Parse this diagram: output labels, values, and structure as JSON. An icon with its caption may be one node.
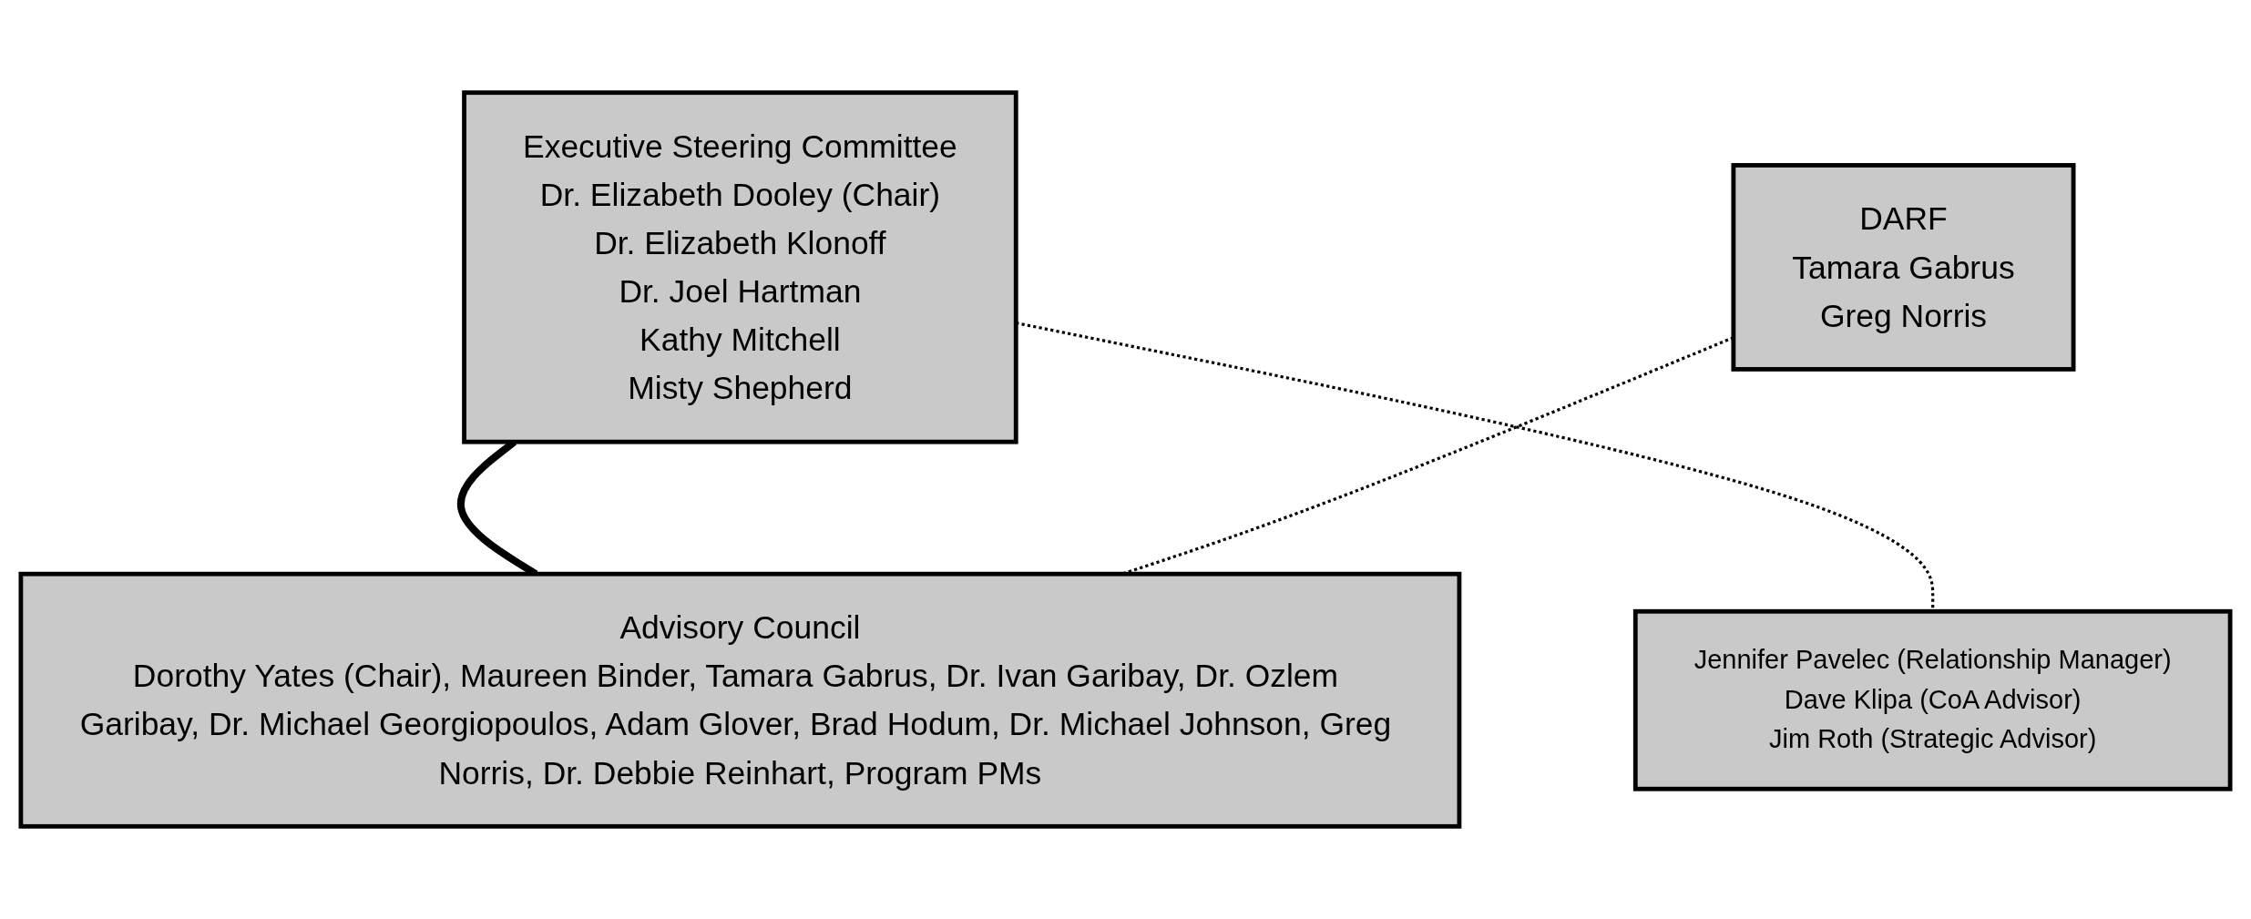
{
  "diagram": {
    "nodes": [
      {
        "text": [
          "Executive Steering Committee",
          "Dr. Elizabeth Dooley (Chair)",
          "Dr. Elizabeth Klonoff",
          "Dr. Joel Hartman",
          "Kathy Mitchell",
          "Misty Shepherd"
        ]
      },
      {
        "text": [
          "Jennifer Pavelec (Relationship Manager)",
          "Dave Klipa (CoA Advisor)",
          "Jim Roth (Strategic Advisor)"
        ]
      },
      {
        "text": [
          "DARF",
          "Tamara Gabrus",
          "Greg Norris"
        ]
      },
      {
        "text": [
          "Advisory Council",
          "Dorothy Yates (Chair), Maureen Binder, Tamara Gabrus, Dr. Ivan Garibay, Dr. Ozlem Garibay, Dr. Michael Georgiopoulos, Adam Glover, Brad Hodum, Dr. Michael Johnson, Greg Norris, Dr. Debbie Reinhart, Program PMs"
        ]
      }
    ],
    "edges": [
      {
        "from": 0,
        "to": 3,
        "arrow": "none",
        "style": "thick"
      },
      {
        "from": 0,
        "to": 1,
        "arrow": "none",
        "style": "dashed"
      },
      {
        "from": 2,
        "to": 3,
        "arrow": "none",
        "style": "dashed"
      }
    ]
  }
}
